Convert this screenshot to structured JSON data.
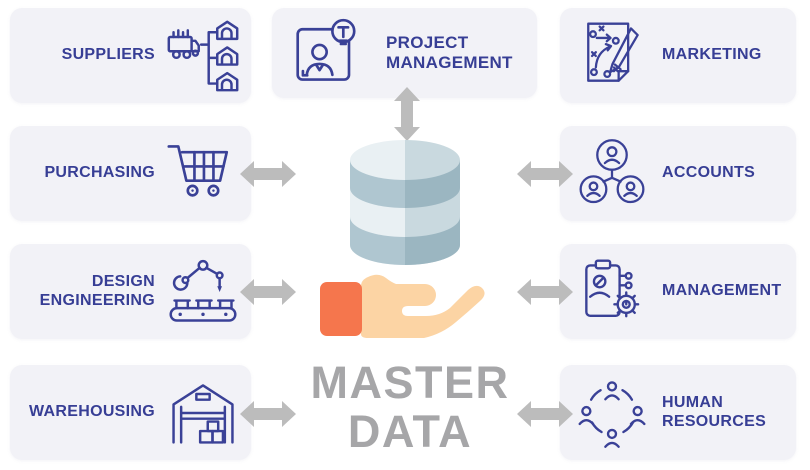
{
  "page": {
    "background": "#ffffff"
  },
  "colors": {
    "label_blue": "#373E95",
    "icon_blue": "#3A4197",
    "box_bg": "#f2f2f7",
    "arrow_gray": "#bcbcbc",
    "master_text_gray": "#a6a6a8",
    "db_left_light": "#E9F0F3",
    "db_left_dark": "#AFC6D0",
    "db_right_light": "#C9D9DF",
    "db_right_dark": "#9BB6C1",
    "hand_skin": "#FCD4A4",
    "hand_cuff_orange": "#F5764D"
  },
  "center": {
    "title_line1": "MASTER",
    "title_line2": "DATA",
    "icons": [
      "database-icon",
      "hand-holding-icon"
    ]
  },
  "nodes": [
    {
      "id": "suppliers",
      "label": "SUPPLIERS",
      "icon": "suppliers-icon",
      "position": "left-row-1"
    },
    {
      "id": "purchasing",
      "label": "PURCHASING",
      "icon": "shopping-cart-icon",
      "position": "left-row-2"
    },
    {
      "id": "design-engineering",
      "label": "DESIGN ENGINEERING",
      "icon": "robot-arm-conveyor-icon",
      "position": "left-row-3"
    },
    {
      "id": "warehousing",
      "label": "WAREHOUSING",
      "icon": "warehouse-icon",
      "position": "left-row-4"
    },
    {
      "id": "project-management",
      "label": "PROJECT MANAGEMENT",
      "icon": "idea-person-card-icon",
      "position": "top-center"
    },
    {
      "id": "marketing",
      "label": "MARKETING",
      "icon": "strategy-plan-icon",
      "position": "right-row-1"
    },
    {
      "id": "accounts",
      "label": "ACCOUNTS",
      "icon": "user-network-icon",
      "position": "right-row-2"
    },
    {
      "id": "management",
      "label": "MANAGEMENT",
      "icon": "clipboard-gear-icon",
      "position": "right-row-3"
    },
    {
      "id": "human-resources",
      "label": "HUMAN RESOURCES",
      "icon": "people-cycle-icon",
      "position": "right-row-4"
    }
  ],
  "arrows": [
    {
      "name": "arrow-project-management-center",
      "orientation": "vertical",
      "double_headed": true
    },
    {
      "name": "arrow-purchasing-center",
      "orientation": "horizontal",
      "double_headed": true
    },
    {
      "name": "arrow-accounts-center",
      "orientation": "horizontal",
      "double_headed": true
    },
    {
      "name": "arrow-design-engineering-center",
      "orientation": "horizontal",
      "double_headed": true
    },
    {
      "name": "arrow-management-center",
      "orientation": "horizontal",
      "double_headed": true
    },
    {
      "name": "arrow-warehousing-center",
      "orientation": "horizontal",
      "double_headed": true
    },
    {
      "name": "arrow-human-resources-center",
      "orientation": "horizontal",
      "double_headed": true
    }
  ]
}
